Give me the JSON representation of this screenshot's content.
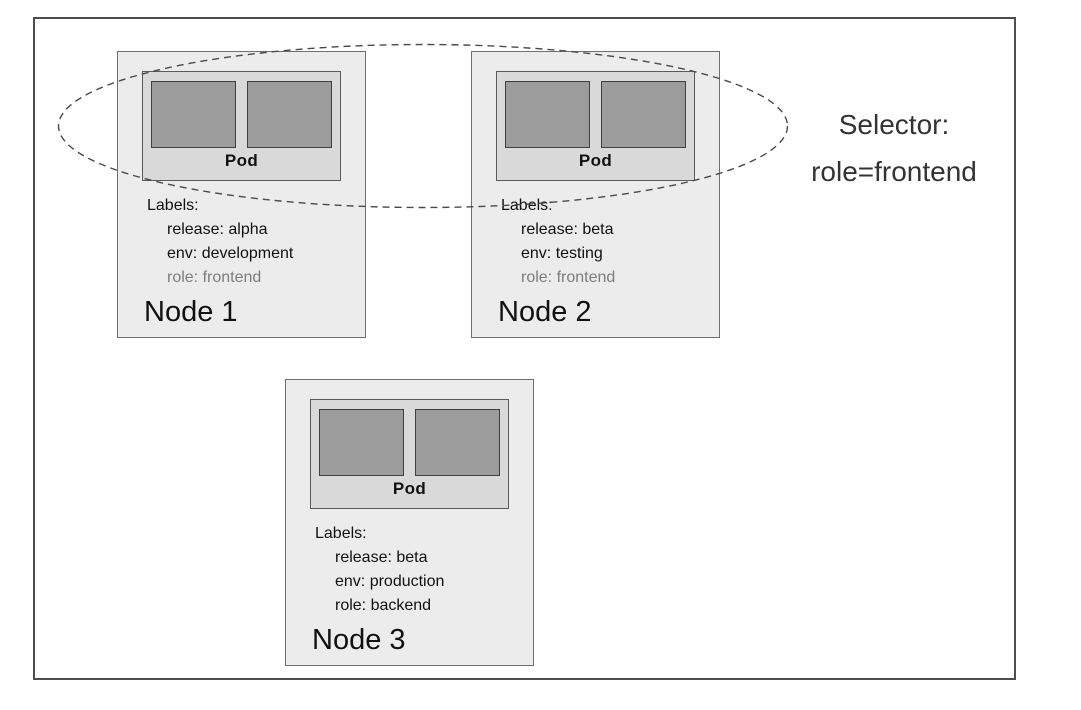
{
  "selector": {
    "title": "Selector:",
    "rule": "role=frontend"
  },
  "nodes": [
    {
      "title": "Node 1",
      "pod_label": "Pod",
      "labels_heading": "Labels:",
      "labels": [
        {
          "text": "release: alpha",
          "muted": false
        },
        {
          "text": "env: development",
          "muted": false
        },
        {
          "text": "role: frontend",
          "muted": true
        }
      ]
    },
    {
      "title": "Node 2",
      "pod_label": "Pod",
      "labels_heading": "Labels:",
      "labels": [
        {
          "text": "release: beta",
          "muted": false
        },
        {
          "text": "env: testing",
          "muted": false
        },
        {
          "text": "role: frontend",
          "muted": true
        }
      ]
    },
    {
      "title": "Node 3",
      "pod_label": "Pod",
      "labels_heading": "Labels:",
      "labels": [
        {
          "text": "release: beta",
          "muted": false
        },
        {
          "text": "env: production",
          "muted": false
        },
        {
          "text": "role: backend",
          "muted": false
        }
      ]
    }
  ],
  "colors": {
    "frame-border": "#4d4d4d",
    "node-fill": "#ececec",
    "node-border": "#6f6f6f",
    "pod-fill": "#d9d9d9",
    "pod-border": "#5a5a5a",
    "container-fill": "#9c9c9c",
    "container-border": "#3f3f3f",
    "ellipse-stroke": "#4a4a4a",
    "text": "#111111",
    "muted-text": "#7d7d7d",
    "selector-text": "#333333"
  }
}
